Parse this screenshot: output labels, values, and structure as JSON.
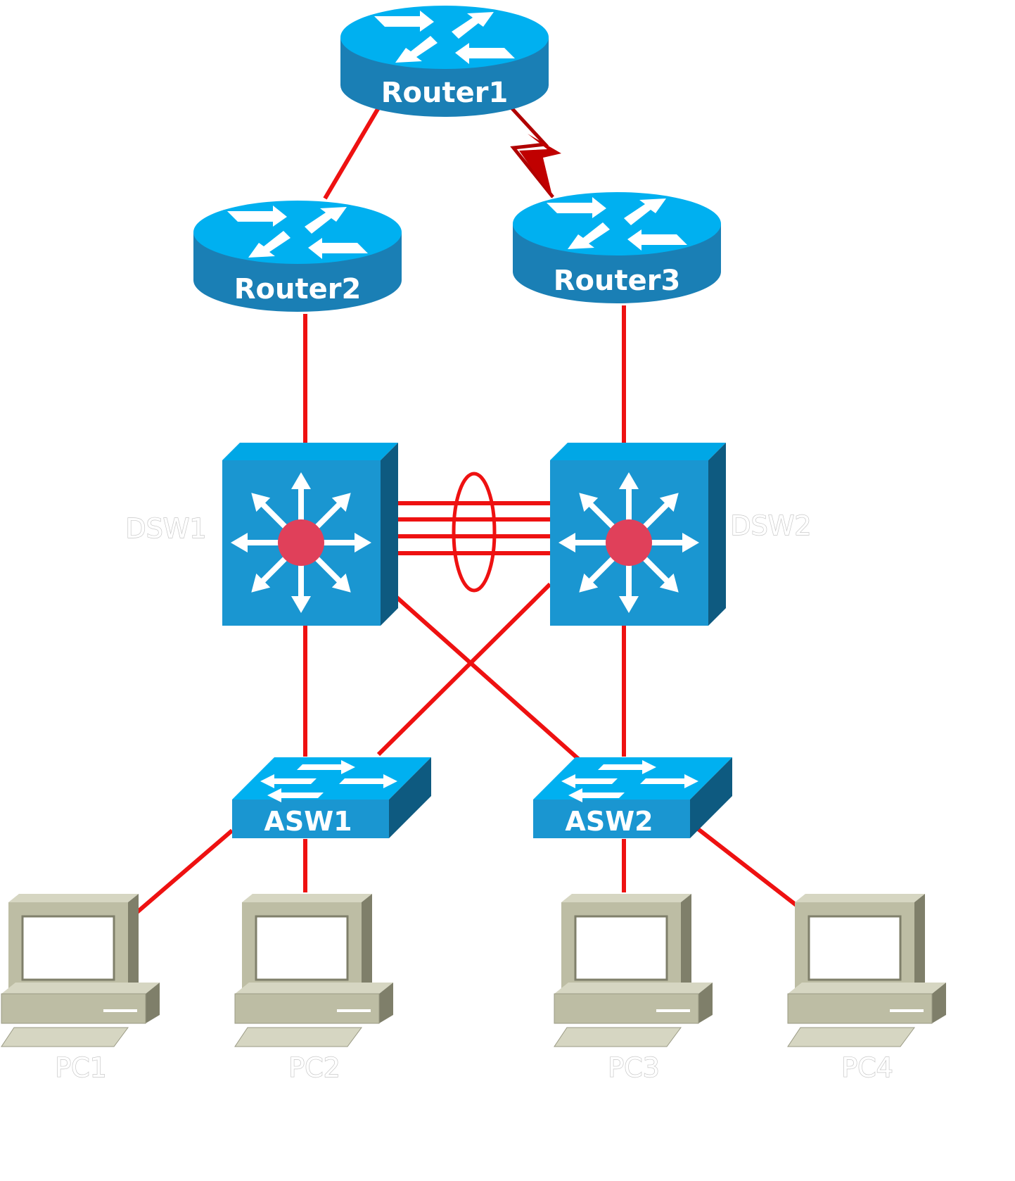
{
  "devices": {
    "router1": {
      "label": "Router1"
    },
    "router2": {
      "label": "Router2"
    },
    "router3": {
      "label": "Router3"
    },
    "dsw1": {
      "label": "DSW1"
    },
    "dsw2": {
      "label": "DSW2"
    },
    "asw1": {
      "label": "ASW1"
    },
    "asw2": {
      "label": "ASW2"
    },
    "pc1": {
      "label": "PC1"
    },
    "pc2": {
      "label": "PC2"
    },
    "pc3": {
      "label": "PC3"
    },
    "pc4": {
      "label": "PC4"
    }
  },
  "colors": {
    "link": "#ee1111",
    "serial_link": "#b00000",
    "device_top": "#00b0f0",
    "device_side": "#1a7fb5",
    "device_dark": "#0e5a80",
    "switch_center": "#e0405a",
    "pc_body": "#bdbda4",
    "pc_shadow": "#7f7f6a"
  },
  "icons": {
    "router": "router-icon",
    "multilayer_switch": "multilayer-switch-icon",
    "switch": "workgroup-switch-icon",
    "pc": "pc-icon"
  }
}
